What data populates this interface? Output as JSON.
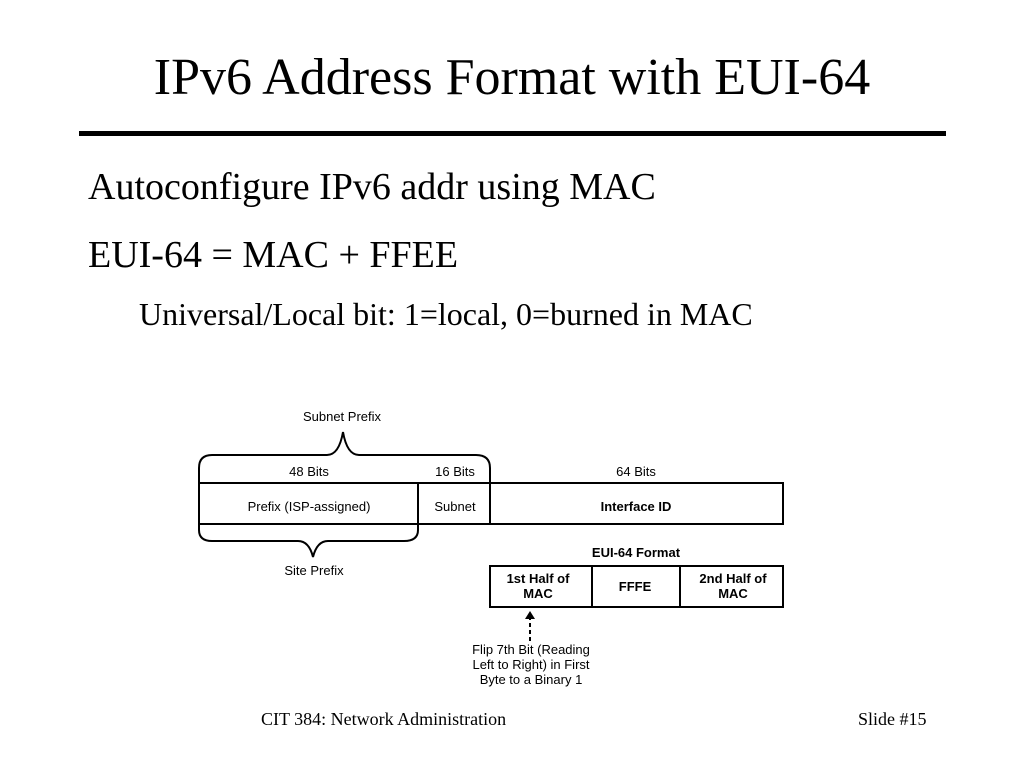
{
  "slide": {
    "title": "IPv6 Address Format with EUI-64",
    "bullets": [
      "Autoconfigure IPv6 addr using MAC",
      "EUI-64 = MAC + FFEE"
    ],
    "sub_bullets": [
      "Universal/Local bit: 1=local, 0=burned in MAC"
    ]
  },
  "diagram": {
    "subnet_prefix_label": "Subnet Prefix",
    "site_prefix_label": "Site Prefix",
    "address_fields": [
      {
        "bits": "48 Bits",
        "name": "Prefix (ISP-assigned)"
      },
      {
        "bits": "16 Bits",
        "name": "Subnet"
      },
      {
        "bits": "64 Bits",
        "name": "Interface ID"
      }
    ],
    "eui64_title": "EUI-64 Format",
    "eui64_fields": [
      {
        "lines": [
          "1st Half of",
          "MAC"
        ]
      },
      {
        "lines": [
          "FFFE"
        ]
      },
      {
        "lines": [
          "2nd Half of",
          "MAC"
        ]
      }
    ],
    "flip_note_lines": [
      "Flip 7th Bit (Reading",
      "Left to Right) in First",
      "Byte to a Binary 1"
    ]
  },
  "footer": {
    "course": "CIT 384: Network Administration",
    "slide_number": "Slide #15"
  }
}
